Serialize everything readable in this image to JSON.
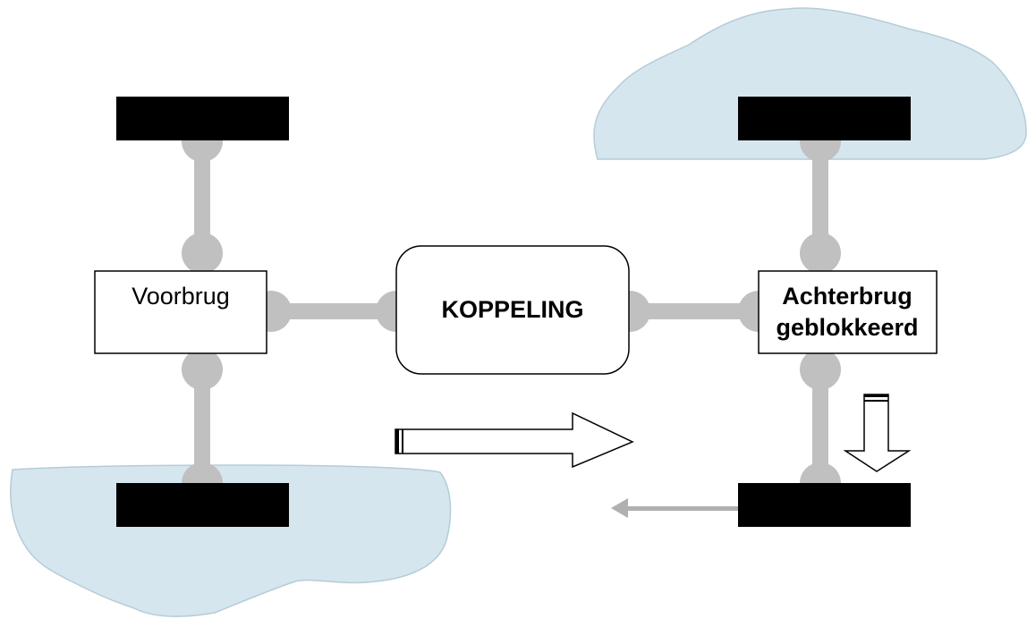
{
  "diagram": {
    "front_axle_label": "Voorbrug",
    "coupling_label": "KOPPELING",
    "rear_axle_label_line1": "Achterbrug",
    "rear_axle_label_line2": "geblokkeerd"
  },
  "colors": {
    "shaft": "#c0c0c0",
    "wheel": "#000000",
    "ground_fill": "#d6e6ee",
    "ground_stroke": "#b4ccd8",
    "box_stroke": "#000000",
    "box_fill": "#ffffff",
    "arrow_stroke": "#000000",
    "force_arrow": "#b0b0b0"
  }
}
